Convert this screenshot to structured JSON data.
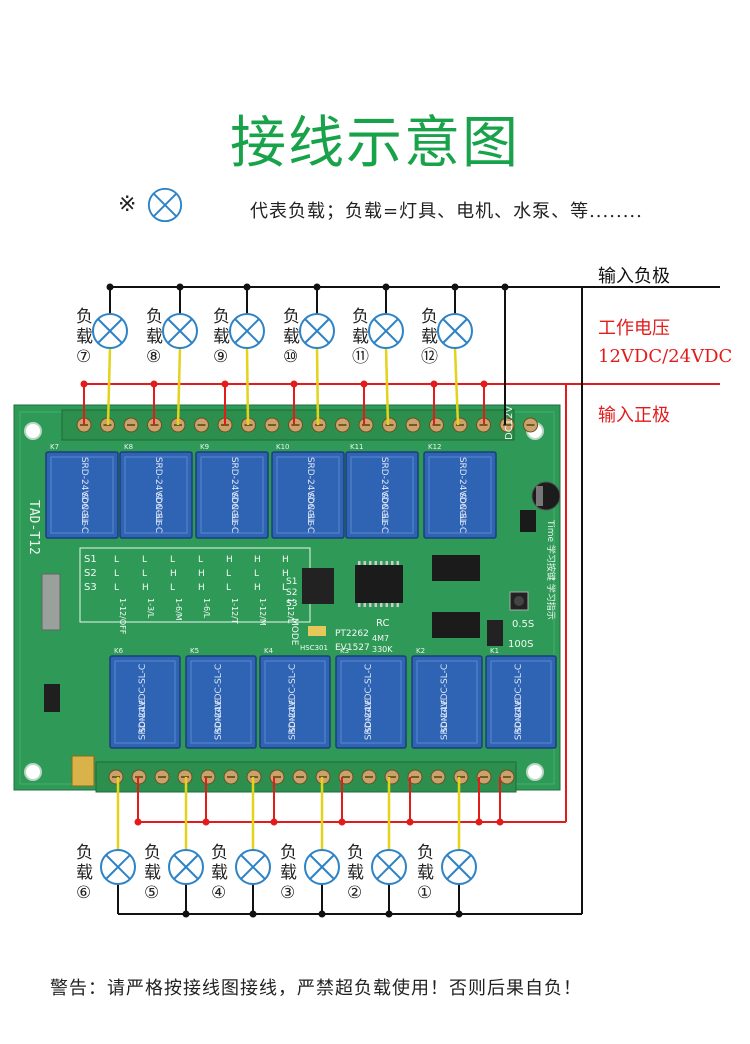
{
  "title": "接线示意图",
  "legend": {
    "mark": "※",
    "icon": "lamp-load-icon",
    "text": "代表负载；负载=灯具、电机、水泵、等........"
  },
  "wires": {
    "negative_input": "输入负极",
    "working_voltage": "工作电压",
    "voltage_value": "12VDC/24VDC",
    "positive_input": "输入正极"
  },
  "load_word": "负载",
  "loads_top": [
    {
      "label": "负",
      "label2": "载",
      "num": "⑦"
    },
    {
      "label": "负",
      "label2": "载",
      "num": "⑧"
    },
    {
      "label": "负",
      "label2": "载",
      "num": "⑨"
    },
    {
      "label": "负",
      "label2": "载",
      "num": "⑩"
    },
    {
      "label": "负",
      "label2": "载",
      "num": "⑪"
    },
    {
      "label": "负",
      "label2": "载",
      "num": "⑫"
    }
  ],
  "loads_bottom": [
    {
      "label": "负",
      "label2": "载",
      "num": "⑥"
    },
    {
      "label": "负",
      "label2": "载",
      "num": "⑤"
    },
    {
      "label": "负",
      "label2": "载",
      "num": "④"
    },
    {
      "label": "负",
      "label2": "载",
      "num": "③"
    },
    {
      "label": "负",
      "label2": "载",
      "num": "②"
    },
    {
      "label": "负",
      "label2": "载",
      "num": "①"
    }
  ],
  "board": {
    "model": "TAD-T12",
    "relay_model": "SRD-24VDC-SL-C",
    "relay_brand": "SONGLE",
    "top_relay_labels": [
      "K7",
      "K8",
      "K9",
      "K10",
      "K11",
      "K12"
    ],
    "bottom_relay_labels": [
      "K6",
      "K5",
      "K4",
      "K3",
      "K2",
      "K1"
    ],
    "power_label": "DC12V",
    "modes": {
      "rows": [
        "S1",
        "S2",
        "S3"
      ],
      "columns": [
        {
          "cells": [
            "L",
            "L",
            "L"
          ],
          "text": "1-12/OFF"
        },
        {
          "cells": [
            "L",
            "L",
            "H"
          ],
          "text": "1-3/L"
        },
        {
          "cells": [
            "L",
            "H",
            "L"
          ],
          "text": "1-6/M"
        },
        {
          "cells": [
            "L",
            "H",
            "H"
          ],
          "text": "1-6/L"
        },
        {
          "cells": [
            "H",
            "L",
            "L"
          ],
          "text": "1-12/T"
        },
        {
          "cells": [
            "H",
            "L",
            "H"
          ],
          "text": "1-12/M"
        },
        {
          "cells": [
            "H",
            "H",
            "L"
          ],
          "text": "1-12/L"
        }
      ]
    },
    "mode_label": "MODE",
    "chip_labels": [
      "PT2262",
      "EV1527"
    ],
    "rc_label": "RC",
    "crystal": "4M7",
    "resistor": "330K",
    "hs_label": "HSC301",
    "time_labels": [
      "0.5S",
      "100S"
    ],
    "side_text": "Time 学习按键 学习指示"
  },
  "warning": "警告：请严格按接线图接线，严禁超负载使用！否则后果自负！",
  "colors": {
    "title": "#18a24a",
    "wire_red": "#e21b1b",
    "wire_black": "#111111",
    "wire_yellow": "#e3d31a",
    "board": "#2f9a57",
    "relay": "#2f64b5",
    "lamp": "#2e83c7",
    "terminal": "#2d8f4e"
  }
}
